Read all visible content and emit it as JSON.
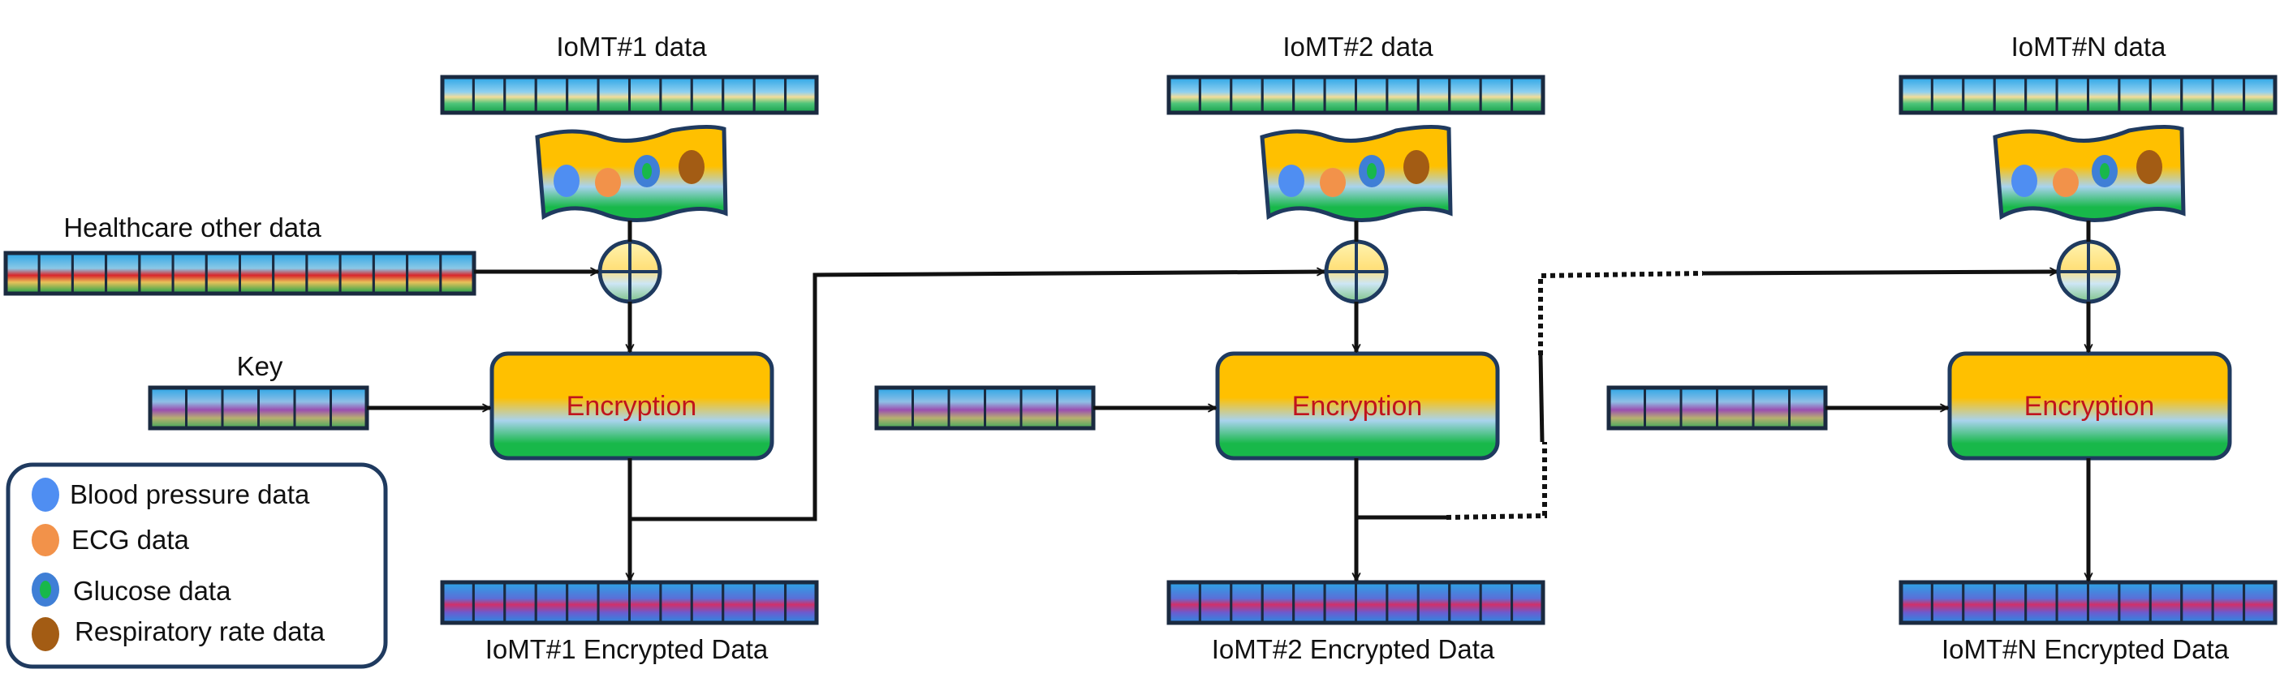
{
  "stage1": {
    "input_label": "IoMT#1 data",
    "output_label": "IoMT#1 Encrypted Data",
    "process_label": "Encryption",
    "other_label": "Healthcare other data",
    "key_label": "Key"
  },
  "stage2": {
    "input_label": "IoMT#2 data",
    "output_label": "IoMT#2 Encrypted Data",
    "process_label": "Encryption"
  },
  "stageN": {
    "input_label": "IoMT#N data",
    "output_label": "IoMT#N Encrypted Data",
    "process_label": "Encryption"
  },
  "legend": {
    "items": [
      {
        "label": "Blood pressure data",
        "color": "#4f8ef2"
      },
      {
        "label": "ECG data",
        "color": "#f2924a"
      },
      {
        "label": "Glucose data",
        "color": "#3f7fd6"
      },
      {
        "label": "Respiratory rate data",
        "color": "#a35c14"
      }
    ]
  },
  "colors": {
    "gold": "#ffc000",
    "green": "#18b84a",
    "light_blue": "#a9cfe9",
    "dark_outline": "#1f3a5f",
    "encryption_text": "#c0141c"
  }
}
